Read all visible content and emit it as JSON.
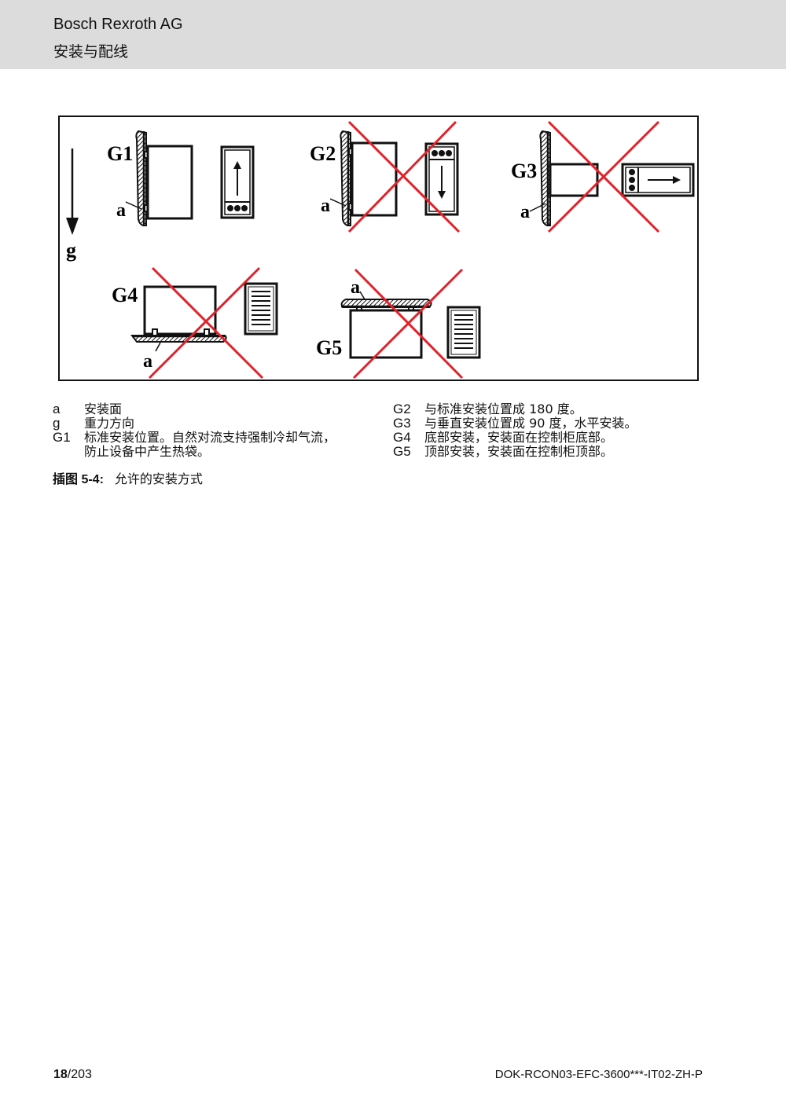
{
  "header": {
    "company": "Bosch Rexroth AG",
    "section": "安装与配线"
  },
  "figure": {
    "labels": {
      "g1": "G1",
      "g2": "G2",
      "g3": "G3",
      "g4": "G4",
      "g5": "G5",
      "a": "a",
      "g": "g"
    },
    "colors": {
      "cross": "#e0222a",
      "line": "#111111"
    }
  },
  "legend_left": [
    {
      "key": "a",
      "text": "安装面"
    },
    {
      "key": "g",
      "text": "重力方向"
    },
    {
      "key": "G1",
      "text": "标准安装位置。自然对流支持强制冷却气流，防止设备中产生热袋。"
    }
  ],
  "legend_right": [
    {
      "key": "G2",
      "text": "与标准安装位置成 180 度。"
    },
    {
      "key": "G3",
      "text": "与垂直安装位置成 90 度，水平安装。"
    },
    {
      "key": "G4",
      "text": "底部安装，安装面在控制柜底部。"
    },
    {
      "key": "G5",
      "text": "顶部安装，安装面在控制柜顶部。"
    }
  ],
  "caption": {
    "label": "插图 5-4:",
    "text": "允许的安装方式"
  },
  "footer": {
    "page_current": "18",
    "page_total": "/203",
    "doc_id": "DOK-RCON03-EFC-3600***-IT02-ZH-P"
  }
}
